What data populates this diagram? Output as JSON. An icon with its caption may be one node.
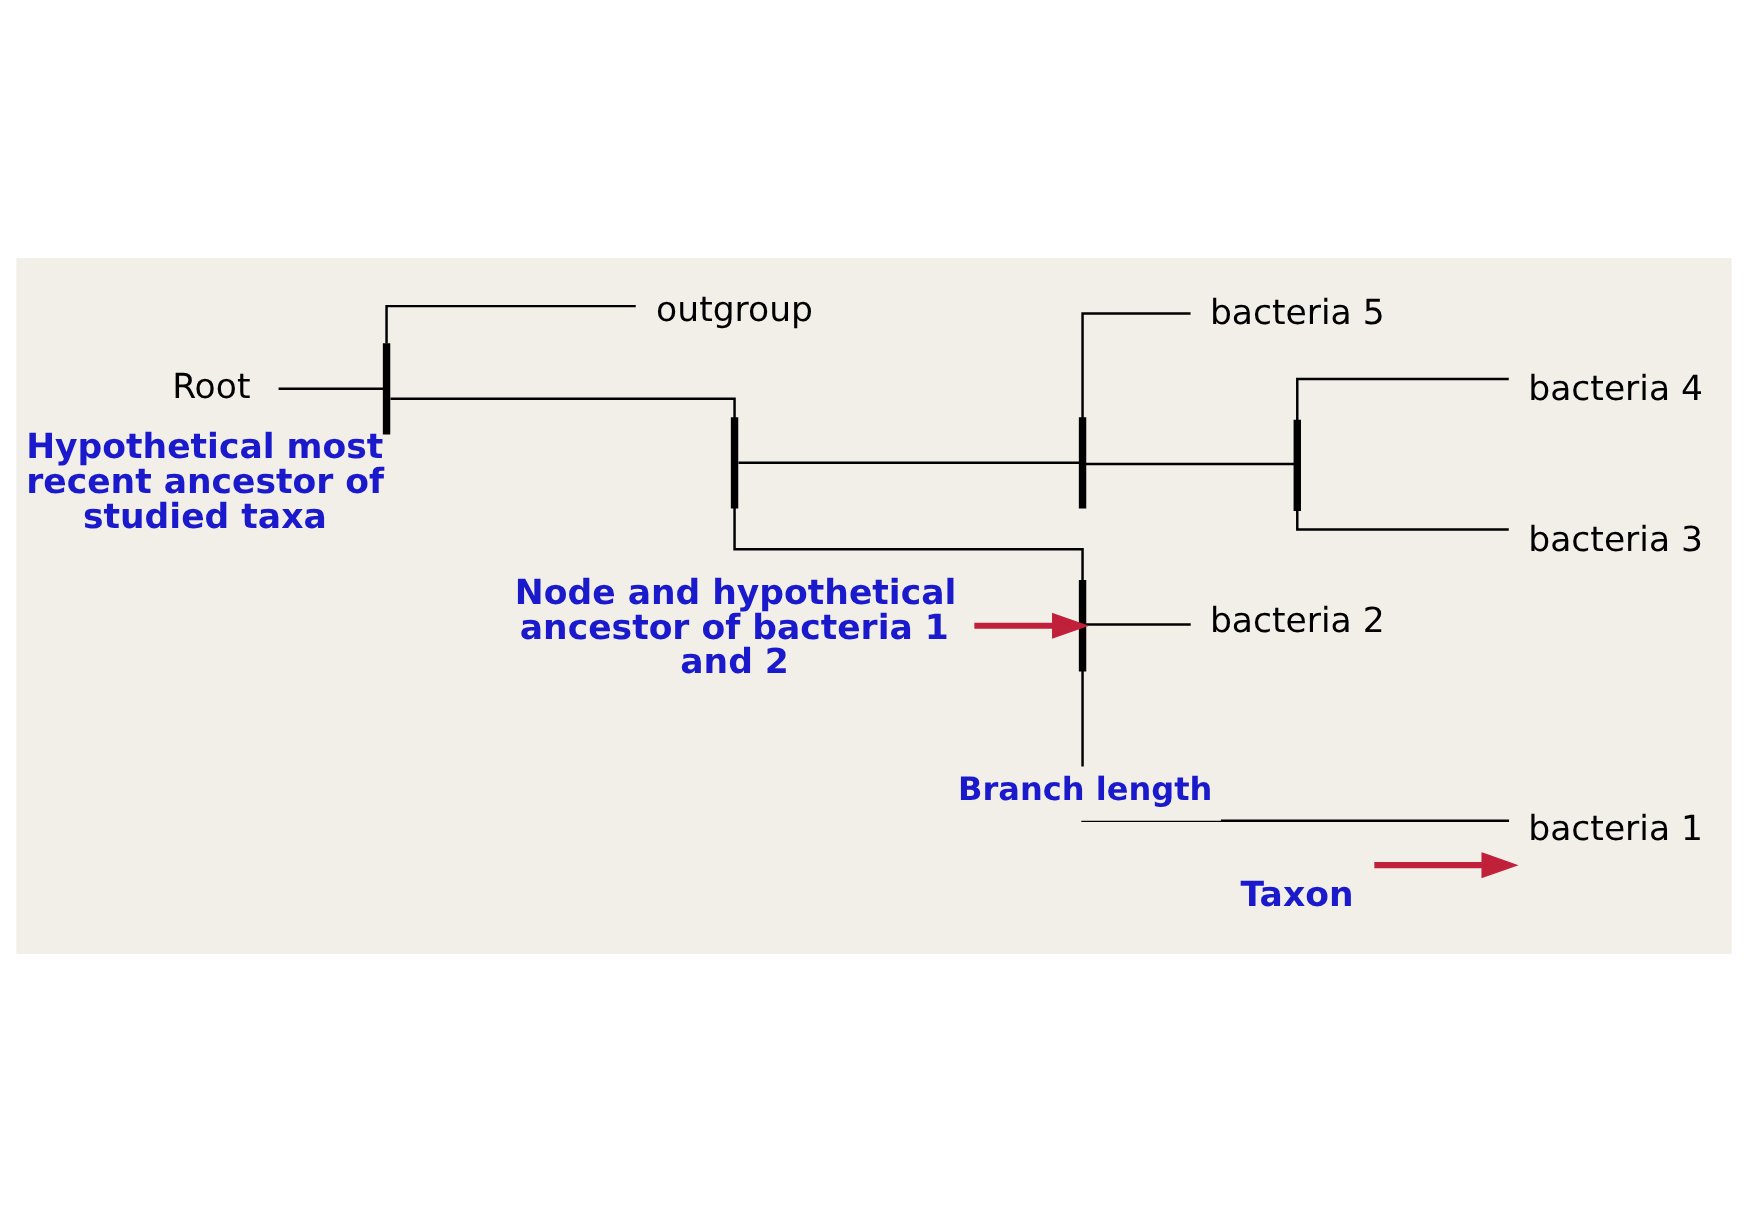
{
  "diagram": {
    "nodes": [
      {
        "text": [
          "Root"
        ]
      },
      {
        "text": [],
        "shape": "bar",
        "beside": [
          "Hypothetical most recent ancestor of studied taxa"
        ]
      },
      {
        "text": [],
        "shape": "bar"
      },
      {
        "text": [],
        "shape": "bar"
      },
      {
        "text": [
          "bacteria 1"
        ]
      },
      {
        "text": [
          "bacteria 2"
        ]
      },
      {
        "text": [],
        "shape": "bar"
      },
      {
        "text": [],
        "shape": "bar"
      },
      {
        "text": [
          "bacteria 3"
        ]
      },
      {
        "text": [
          "bacteria 4"
        ]
      },
      {
        "text": [
          "bacteria 5"
        ]
      },
      {
        "text": [
          "outgroup"
        ]
      },
      {
        "text": [
          "Node and hypothetical ancestor of bacteria 1 and 2"
        ]
      },
      {
        "text": [
          "Taxon"
        ]
      }
    ],
    "edges": [
      {
        "from": 0,
        "to": 1,
        "arrow": "none"
      },
      {
        "from": 1,
        "to": 2,
        "arrow": "none"
      },
      {
        "from": 1,
        "to": 11,
        "arrow": "none"
      },
      {
        "from": 2,
        "to": 3,
        "arrow": "none"
      },
      {
        "from": 2,
        "to": 6,
        "arrow": "none"
      },
      {
        "from": 3,
        "to": 4,
        "arrow": "none",
        "label": "Branch length"
      },
      {
        "from": 3,
        "to": 5,
        "arrow": "none"
      },
      {
        "from": 6,
        "to": 7,
        "arrow": "none"
      },
      {
        "from": 6,
        "to": 10,
        "arrow": "none"
      },
      {
        "from": 7,
        "to": 8,
        "arrow": "none"
      },
      {
        "from": 7,
        "to": 9,
        "arrow": "none"
      },
      {
        "from": 12,
        "to": 3,
        "arrow": "to",
        "color": "#c0203a",
        "style": "thick"
      },
      {
        "from": 13,
        "to": 4,
        "arrow": "to",
        "color": "#c0203a",
        "style": "thick"
      }
    ]
  }
}
